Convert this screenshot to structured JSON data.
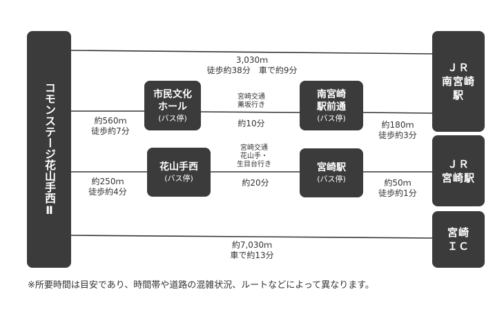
{
  "origin": {
    "label": "コモンステージ花山手西Ⅱ"
  },
  "destinations": {
    "jr_minami_miyazaki": "ＪＲ\n南宮崎\n駅",
    "jr_miyazaki": "ＪＲ\n宮崎駅",
    "miyazaki_ic": "宮崎\nＩＣ"
  },
  "stops": {
    "shimin_bunka_hall": {
      "name": "市民文化\nホール",
      "sub": "(バス停)"
    },
    "minami_miyazaki_ekimae": {
      "name": "南宮崎\n駅前通",
      "sub": "(バス停)"
    },
    "hanayamate_nishi": {
      "name": "花山手西",
      "sub": "(バス停)"
    },
    "miyazaki_eki": {
      "name": "宮崎駅",
      "sub": "(バス停)"
    }
  },
  "routes": {
    "top": {
      "distance": "3,030ｍ",
      "time": "徒歩約38分　車で約9分"
    },
    "row1": {
      "walk_a": "約560ｍ\n徒歩約7分",
      "bus_line": "宮崎交通\n薫坂行き",
      "bus_time": "約10分",
      "walk_b": "約180ｍ\n徒歩約3分"
    },
    "row2": {
      "walk_a": "約250ｍ\n徒歩約4分",
      "bus_line": "宮崎交通\n花山手・\n生目台行き",
      "bus_time": "約20分",
      "walk_b": "約50ｍ\n徒歩約1分"
    },
    "bottom": {
      "distance": "約7,030ｍ",
      "time": "車で約13分"
    }
  },
  "note": "※所要時間は目安であり、時間帯や道路の混雑状況、ルートなどによって異なります。",
  "colors": {
    "box": "#3b3b3b",
    "line": "#333333",
    "text": "#333333"
  }
}
